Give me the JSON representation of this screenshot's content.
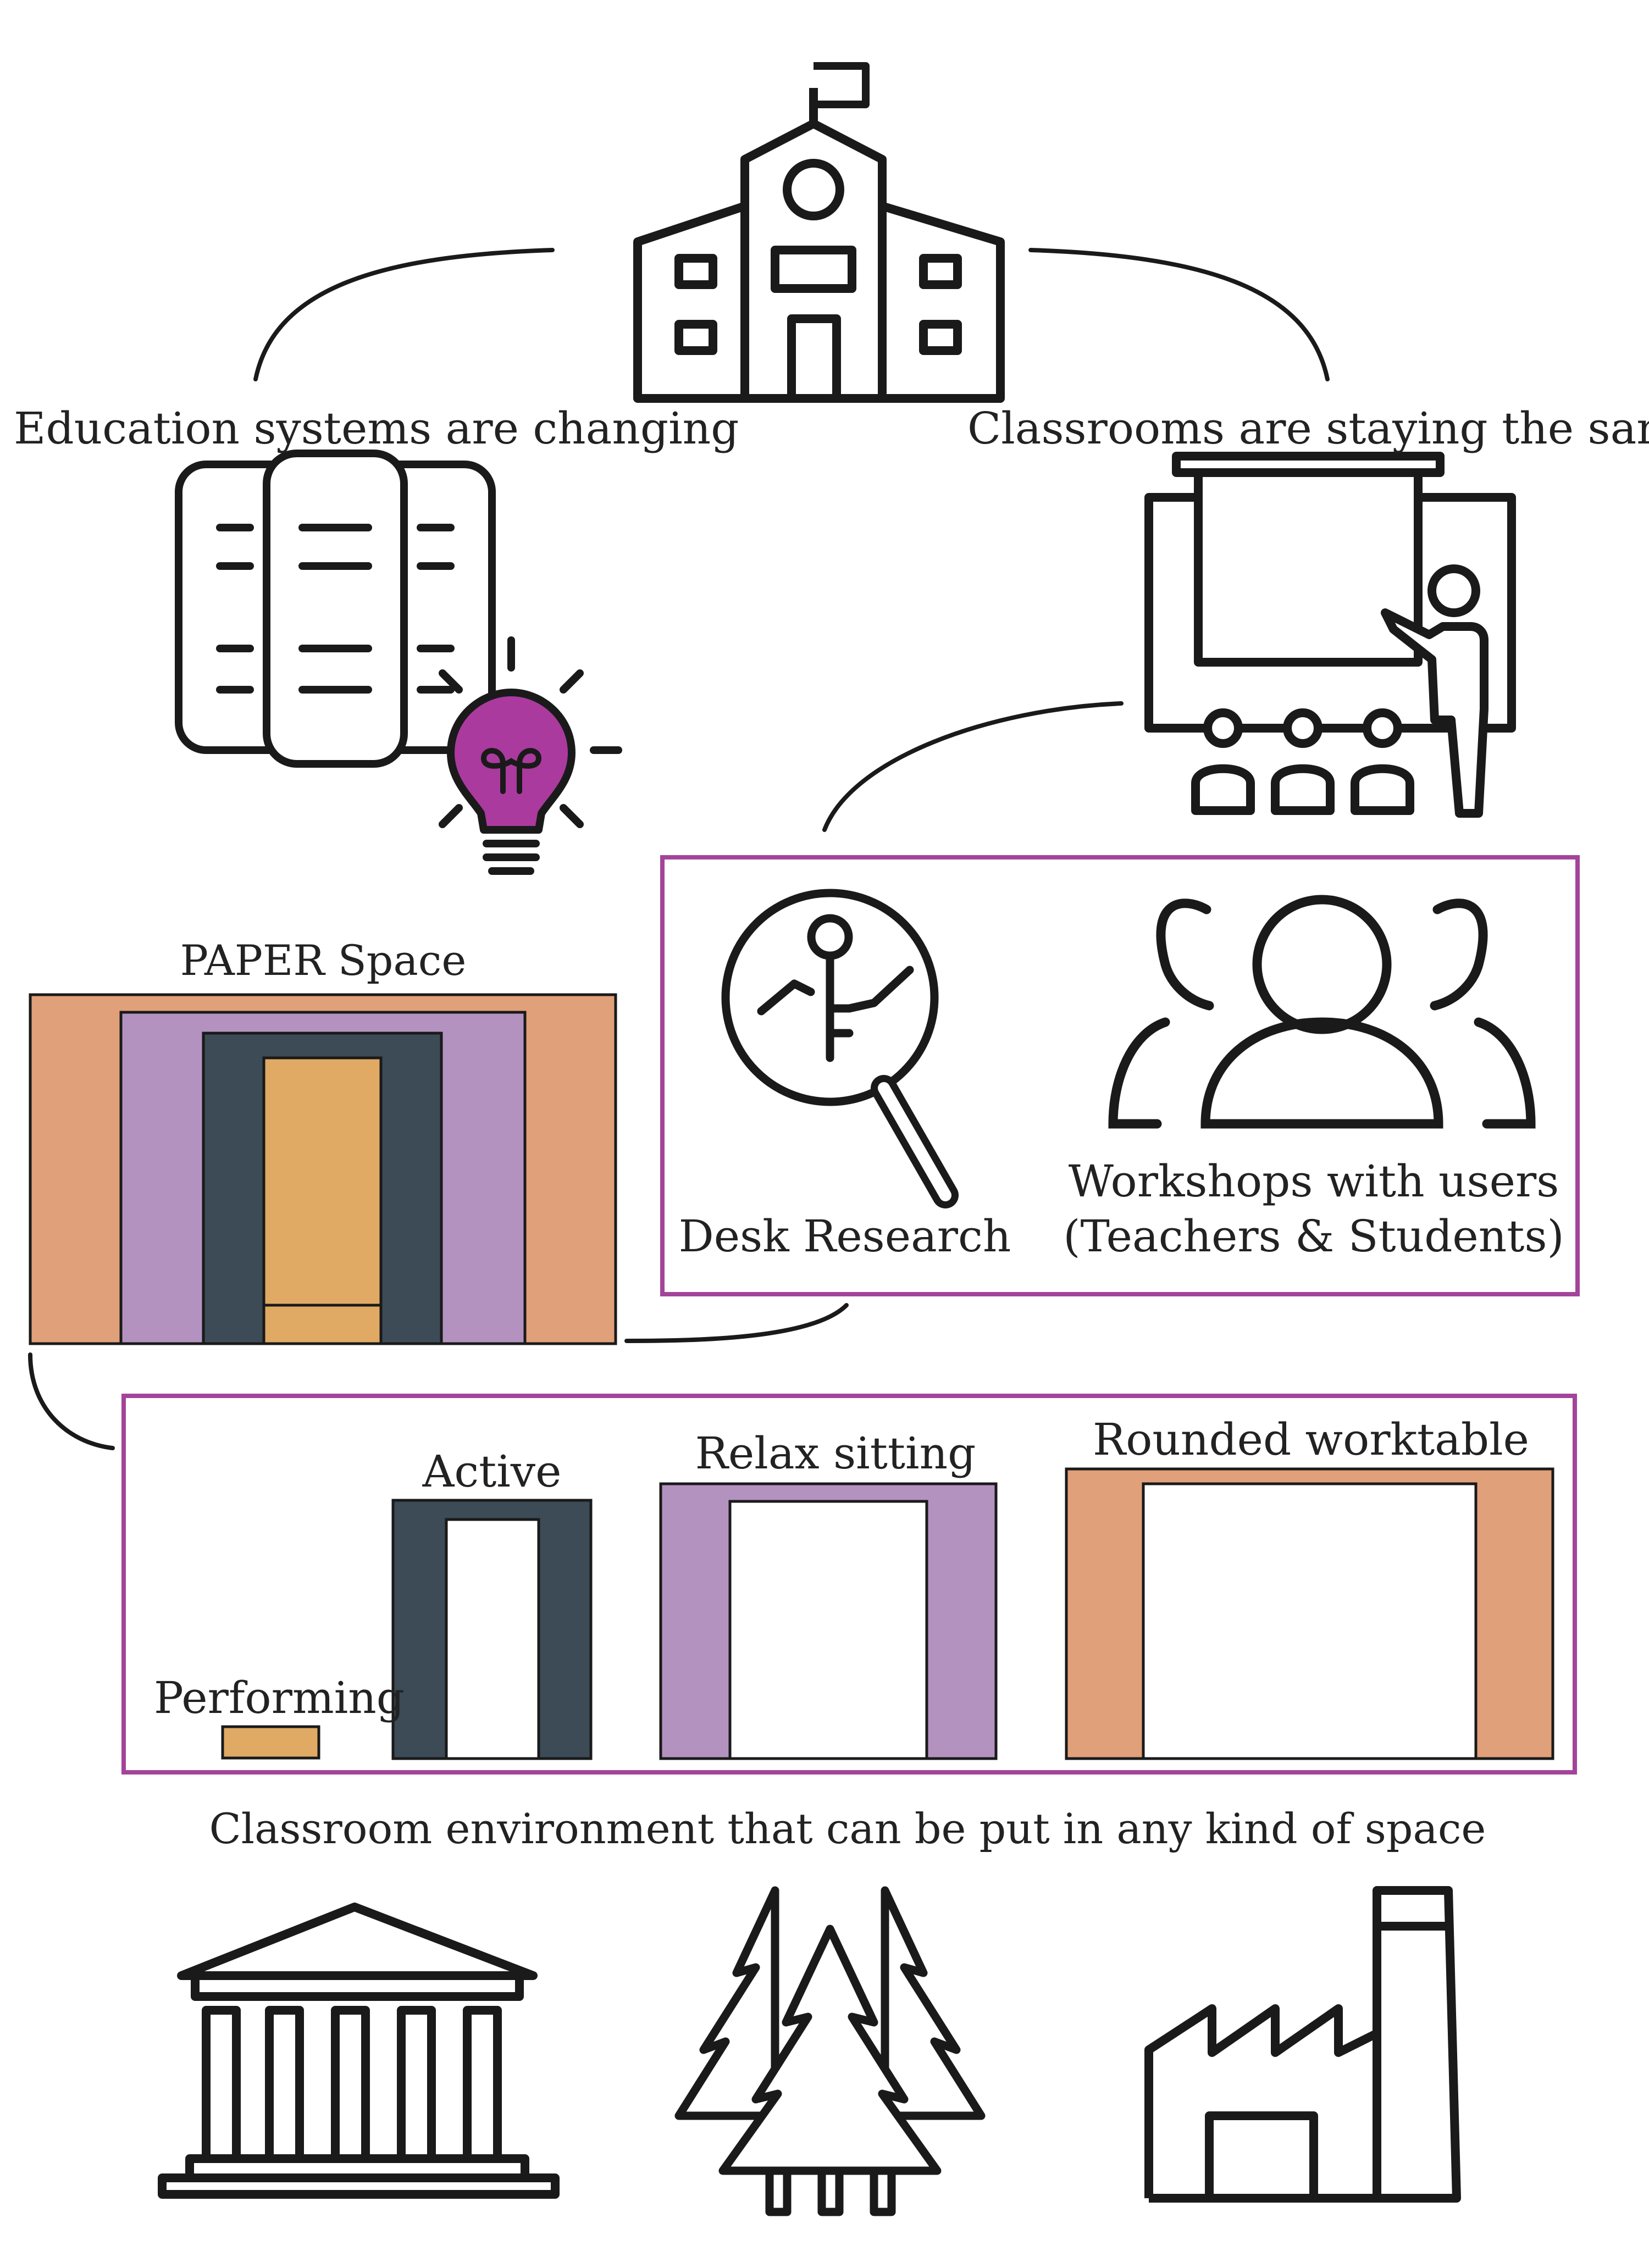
{
  "labels": {
    "education_changing": "Education systems are changing",
    "classrooms_same": "Classrooms are staying the same",
    "paper_space": "PAPER Space",
    "desk_research": "Desk Research",
    "workshops_line1": "Workshops with users",
    "workshops_line2": "(Teachers & Students)",
    "active": "Active",
    "relax_sitting": "Relax sitting",
    "rounded_worktable": "Rounded worktable",
    "performing": "Performing",
    "classroom_environment": "Classroom environment that can be put in any kind of space"
  },
  "colors": {
    "outline": "#1a1a1a",
    "accent_purple_frame": "#a3449a",
    "bulb_magenta": "#ab3a9e",
    "orange": "#e0a07a",
    "lavender": "#b392c0",
    "dark_slate": "#3c4b56",
    "mustard": "#e0aa64"
  },
  "icons": [
    "school-building-icon",
    "documents-icon",
    "lightbulb-icon",
    "teacher-classroom-icon",
    "magnifier-research-icon",
    "users-group-icon",
    "museum-icon",
    "forest-icon",
    "factory-icon"
  ]
}
